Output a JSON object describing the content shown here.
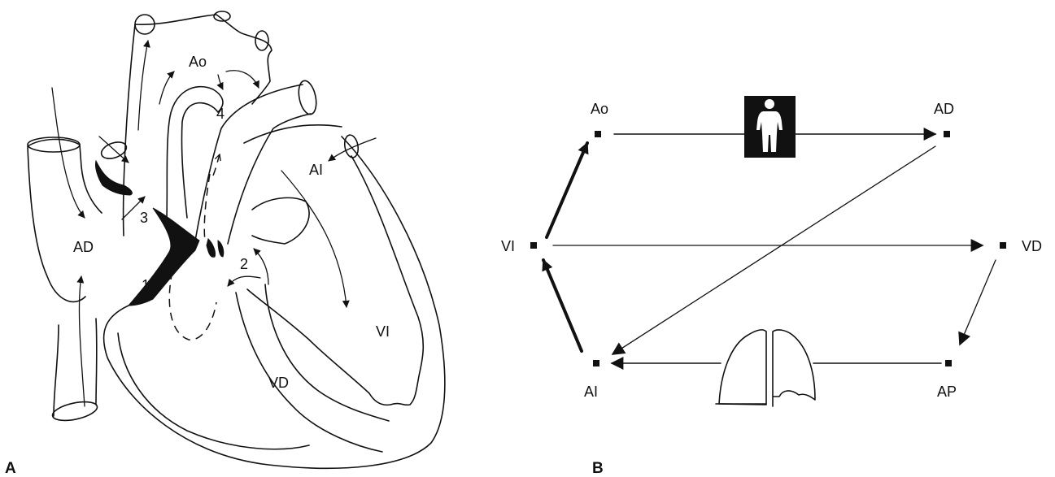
{
  "panel_a": {
    "letter": "A",
    "labels": {
      "ao": "Ao",
      "ad": "AD",
      "ai": "AI",
      "vd": "VD",
      "vi": "VI",
      "n1": "1",
      "n2": "2",
      "n3": "3",
      "n4": "4"
    }
  },
  "panel_b": {
    "letter": "B",
    "nodes": {
      "ao": "Ao",
      "ad": "AD",
      "vi": "VI",
      "vd": "VD",
      "ai": "AI",
      "ap": "AP"
    },
    "icons": [
      "human-body-icon",
      "lungs-icon"
    ],
    "edges": [
      {
        "from": "Ao",
        "to": "AD",
        "via": "human-body-icon"
      },
      {
        "from": "AD",
        "to": "AI"
      },
      {
        "from": "VI",
        "to": "Ao",
        "weight": "bold"
      },
      {
        "from": "VI",
        "to": "VD"
      },
      {
        "from": "VD",
        "to": "AP"
      },
      {
        "from": "AP",
        "to": "AI",
        "via": "lungs-icon"
      },
      {
        "from": "AI",
        "to": "VI",
        "weight": "bold"
      }
    ]
  }
}
